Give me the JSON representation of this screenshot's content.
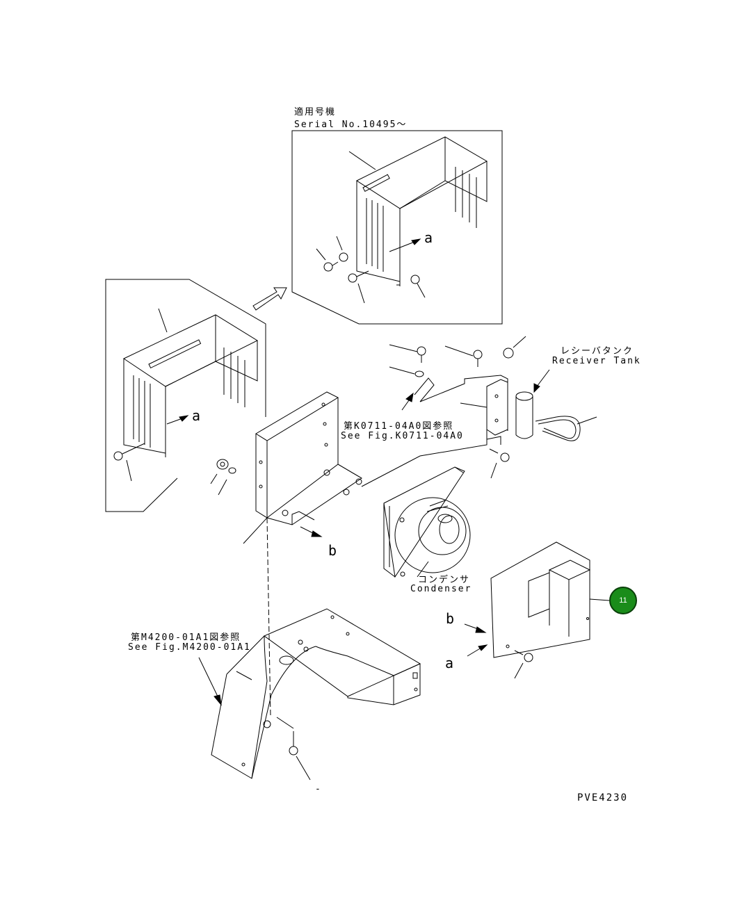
{
  "labels": {
    "serial_title_jp": "適用号機",
    "serial_no": "Serial No.10495～",
    "receiver_jp": "レシーバタンク",
    "receiver_en": "Receiver Tank",
    "fig_k_jp": "第K0711-04A0図参照",
    "fig_k_en": "See Fig.K0711-04A0",
    "condenser_jp": "コンデンサ",
    "condenser_en": "Condenser",
    "fig_m_jp": "第M4200-01A1図参照",
    "fig_m_en": "See Fig.M4200-01A1",
    "a_top": "a",
    "a_left": "a",
    "b_mid": "b",
    "b_right": "b",
    "a_right": "a",
    "dash": "-",
    "drawing_code": "PVE4230"
  },
  "callout": {
    "number": "11",
    "color": "#1a8c1a"
  }
}
